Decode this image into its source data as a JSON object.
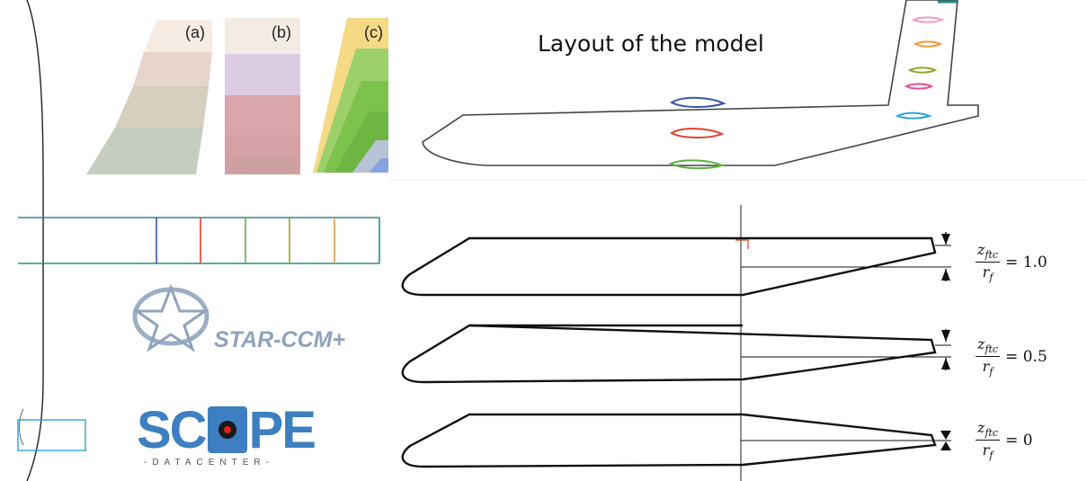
{
  "title": "Layout of the model",
  "wing_labels": [
    "(a)",
    "(b)",
    "(c)"
  ],
  "formulas": [
    {
      "numerator": "z",
      "numerator_sub": "ftc",
      "denominator": "r",
      "denominator_sub": "f",
      "value": "= 1.0"
    },
    {
      "numerator": "z",
      "numerator_sub": "ftc",
      "denominator": "r",
      "denominator_sub": "f",
      "value": "= 0.5"
    },
    {
      "numerator": "z",
      "numerator_sub": "ftc",
      "denominator": "r",
      "denominator_sub": "f",
      "value": "= 0"
    }
  ],
  "logos": {
    "star_ccm": "STAR-CCM+",
    "scope_left": "SC",
    "scope_right": "PE",
    "scope_sub": "-DATACENTER-"
  },
  "icons": [
    "star-ccm-logo-icon",
    "scope-logo-icon"
  ],
  "colors": {
    "section_blue": "#3a55a6",
    "section_red": "#e0402a",
    "section_green": "#59b544",
    "section_olive": "#9aa22a",
    "section_orange": "#f09a3a",
    "section_pink": "#e64a9a",
    "section_cyan": "#27a6d9",
    "strip_teal": "#2a8a8a",
    "scope_blue": "#3d7fc0"
  }
}
